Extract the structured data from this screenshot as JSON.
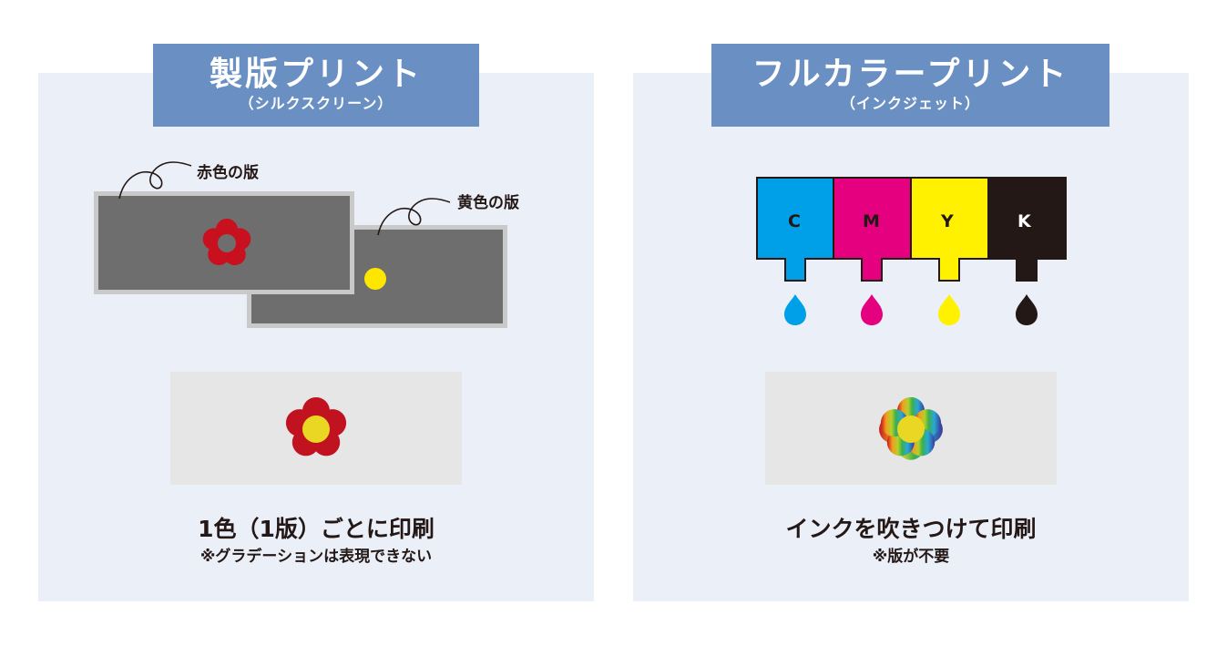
{
  "left": {
    "header": {
      "title": "製版プリント",
      "subtitle": "（シルクスクリーン）"
    },
    "plates": [
      {
        "label": "赤色の版",
        "color": "#c8101e",
        "shape": "flower-outline"
      },
      {
        "label": "黄色の版",
        "color": "#ffe600",
        "shape": "dot"
      }
    ],
    "result": {
      "flower_petal_color": "#c1131f",
      "flower_center_color": "#e9d723"
    },
    "caption": {
      "main": "1色（1版）ごとに印刷",
      "note": "※グラデーションは表現できない"
    }
  },
  "right": {
    "header": {
      "title": "フルカラープリント",
      "subtitle": "（インクジェット）"
    },
    "inks": [
      {
        "label": "C",
        "color": "#00a0e9",
        "text_color": "#231815"
      },
      {
        "label": "M",
        "color": "#e4007f",
        "text_color": "#231815"
      },
      {
        "label": "Y",
        "color": "#fff100",
        "text_color": "#231815"
      },
      {
        "label": "K",
        "color": "#231815",
        "text_color": "#ffffff"
      }
    ],
    "result": {
      "flower_style": "rainbow-gradient",
      "flower_center_color": "#e9d723"
    },
    "caption": {
      "main": "インクを吹きつけて印刷",
      "note": "※版が不要"
    }
  },
  "colors": {
    "panel_bg": "#ebeff8",
    "header_bg": "#6a8fc3",
    "plate_fill": "#6e6e6e",
    "plate_border": "#c9c9c9",
    "result_bg": "#e6e6e6"
  }
}
